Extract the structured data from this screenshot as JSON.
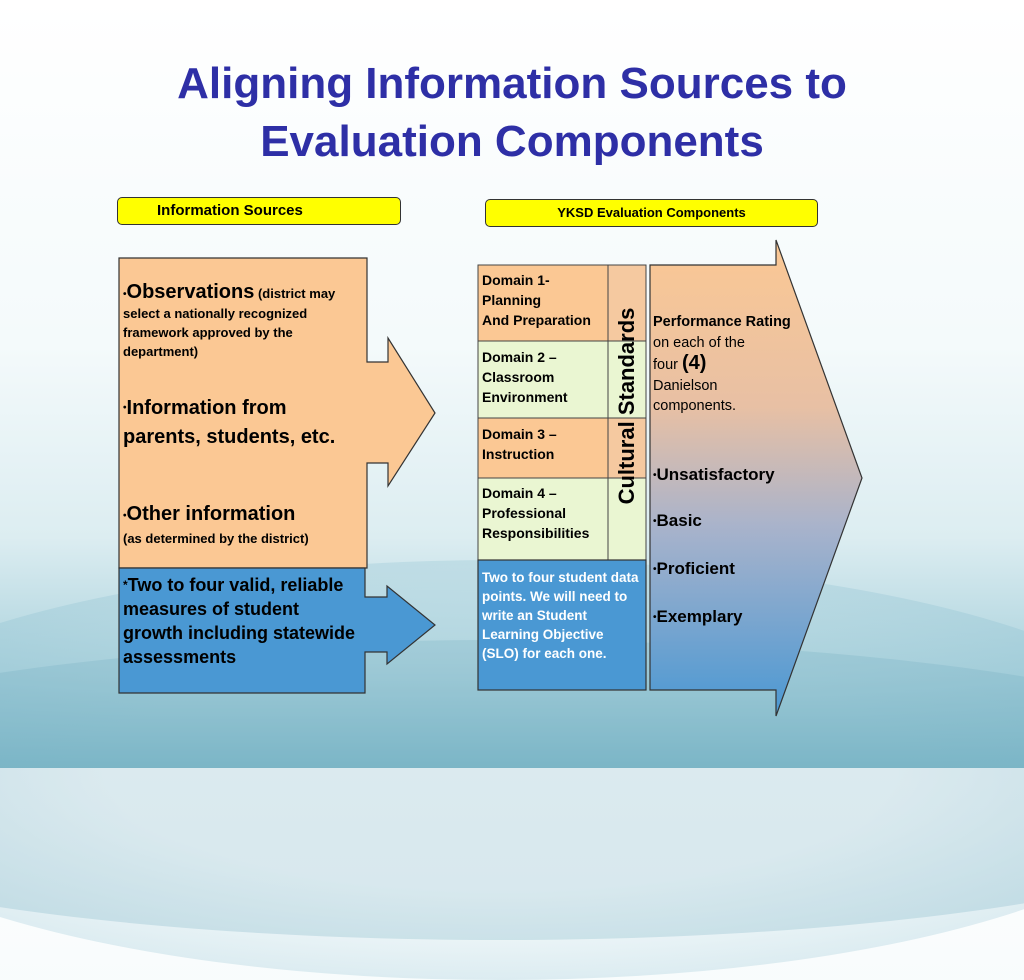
{
  "title": {
    "line1": "Aligning Information Sources to",
    "line2": "Evaluation Components"
  },
  "headers": {
    "left": "Information Sources",
    "right": "YKSD Evaluation Components"
  },
  "colors": {
    "title": "#2e2fa6",
    "header_bg": "#ffff00",
    "peach": "#fbc894",
    "blue": "#4a98d3",
    "light_green": "#eaf6d2"
  },
  "information_sources": {
    "bullet": "•",
    "observations": {
      "heading": "Observations",
      "detail_inline": "(district",
      "detail": "may select a nationally recognized framework approved by the department)"
    },
    "info_from": "Information from parents, students, etc.",
    "other": {
      "heading": "Other information",
      "detail": "(as determined by the district)"
    },
    "growth": {
      "star": "*",
      "text": "Two to four valid, reliable measures of student growth including statewide assessments"
    }
  },
  "domains": [
    {
      "line1": "Domain 1-",
      "line2": "Planning",
      "line3": "And Preparation"
    },
    {
      "line1": "Domain 2 –",
      "line2": "Classroom",
      "line3": "Environment"
    },
    {
      "line1": "Domain 3 –",
      "line2": "Instruction",
      "line3": ""
    },
    {
      "line1": "Domain 4 –",
      "line2": "Professional",
      "line3": "Responsibilities"
    }
  ],
  "cultural_standards": "Cultural  Standards",
  "slo_box": "Two to  four student data points.  We will need to write an Student Learning Objective   (SLO) for each one.",
  "performance": {
    "bold": "Performance Rating",
    "text1": " on  each of  the",
    "text2": "four ",
    "four": "(4)",
    "text3": "Danielson components."
  },
  "ratings": [
    "Unsatisfactory",
    "Basic",
    "Proficient",
    "Exemplary"
  ]
}
